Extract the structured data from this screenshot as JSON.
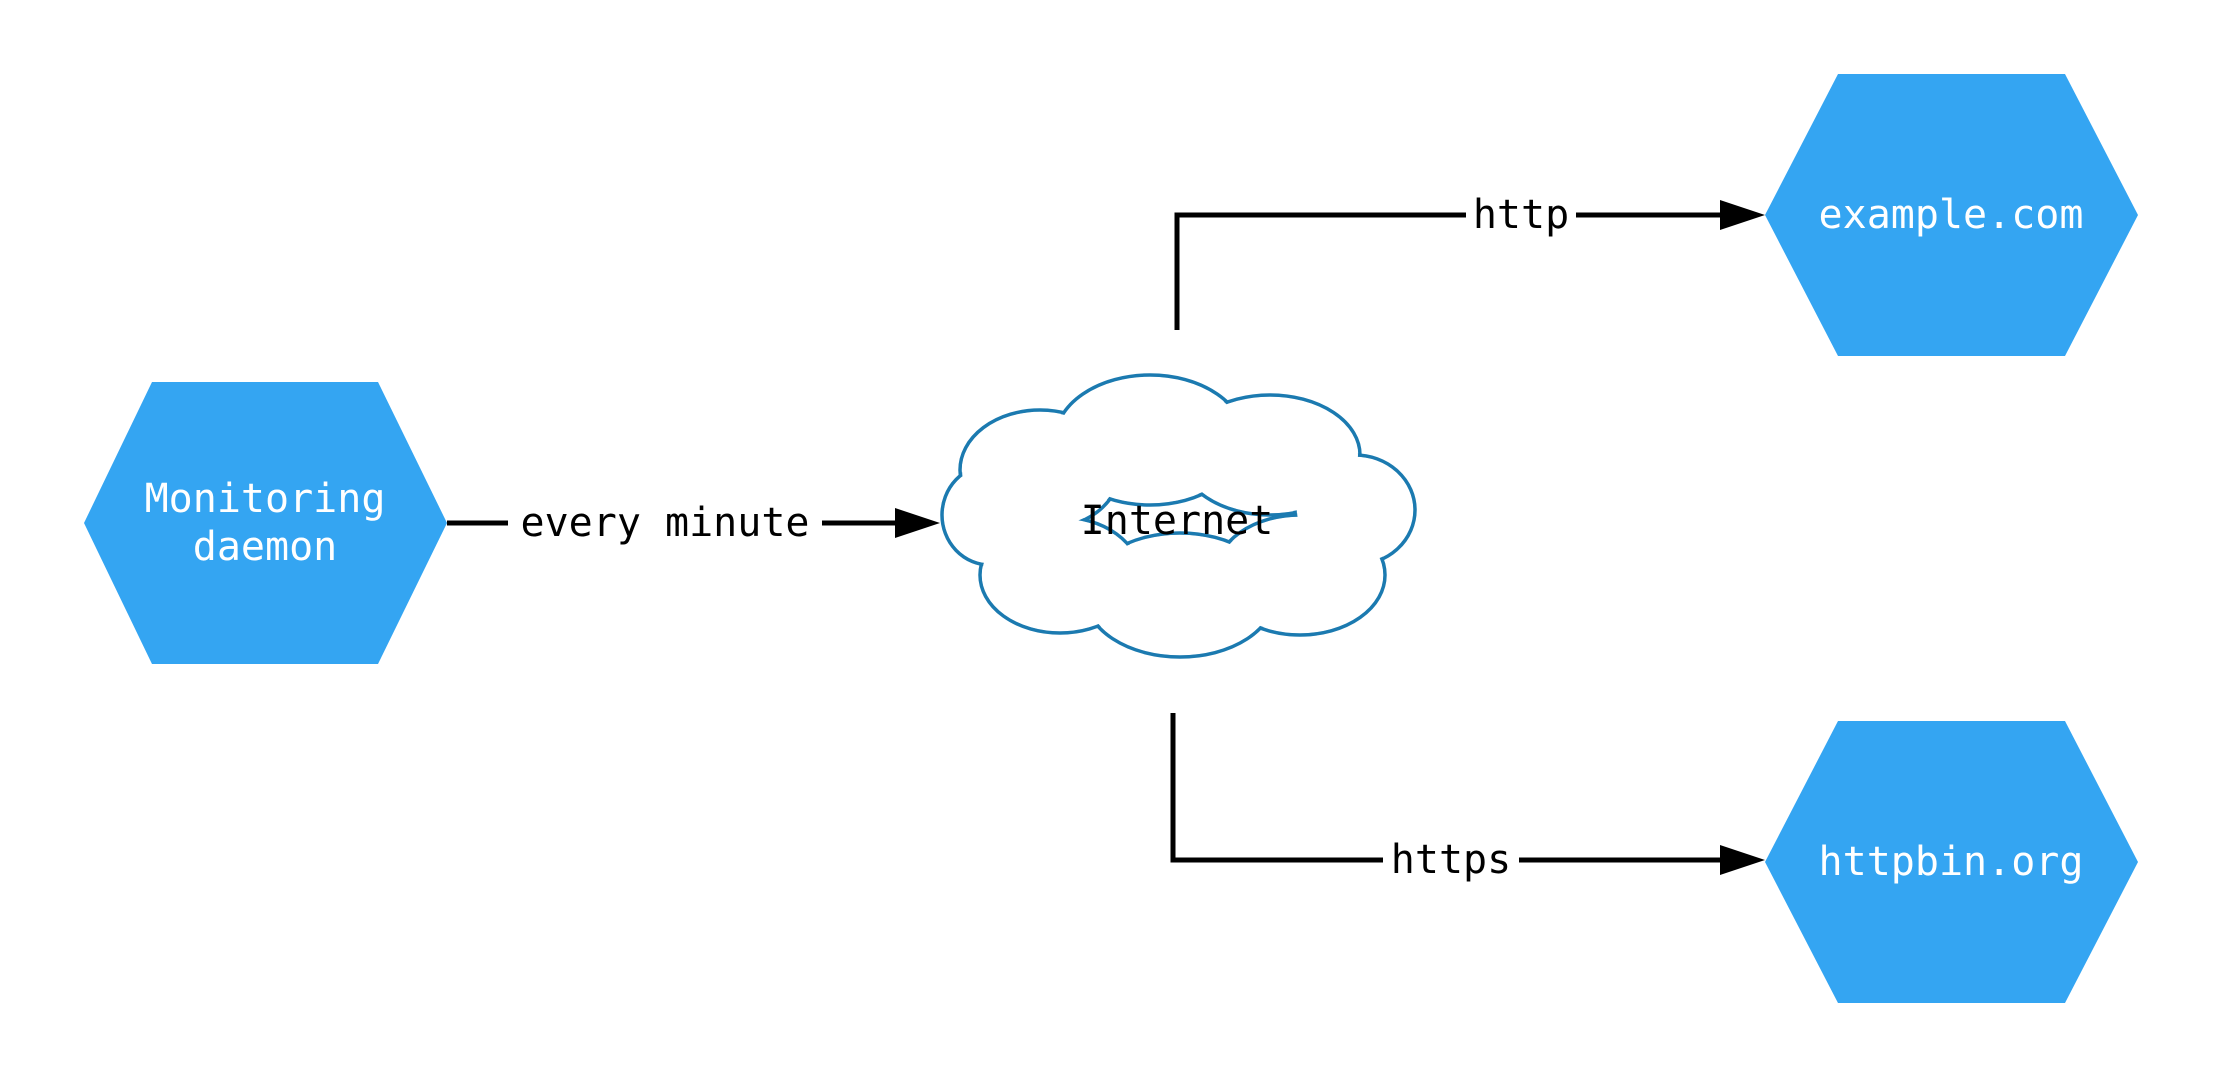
{
  "diagram": {
    "title": "monitoring-daemon-network-diagram",
    "nodes": {
      "monitoring": {
        "label_lines": [
          "Monitoring",
          "daemon"
        ],
        "shape": "hexagon"
      },
      "internet": {
        "label": "Internet",
        "shape": "cloud"
      },
      "example": {
        "label": "example.com",
        "shape": "hexagon"
      },
      "httpbin": {
        "label": "httpbin.org",
        "shape": "hexagon"
      }
    },
    "edges": {
      "every_minute": {
        "label": "every minute",
        "from": "monitoring",
        "to": "internet"
      },
      "http": {
        "label": "http",
        "from": "internet",
        "to": "example"
      },
      "https": {
        "label": "https",
        "from": "internet",
        "to": "httpbin"
      }
    },
    "colors": {
      "hexagon_fill": "#34A5F2",
      "hexagon_text": "#FFFFFF",
      "cloud_stroke": "#1B7AB0",
      "cloud_fill": "#FFFFFF",
      "edge_color": "#000000",
      "background": "#FFFFFF"
    }
  }
}
